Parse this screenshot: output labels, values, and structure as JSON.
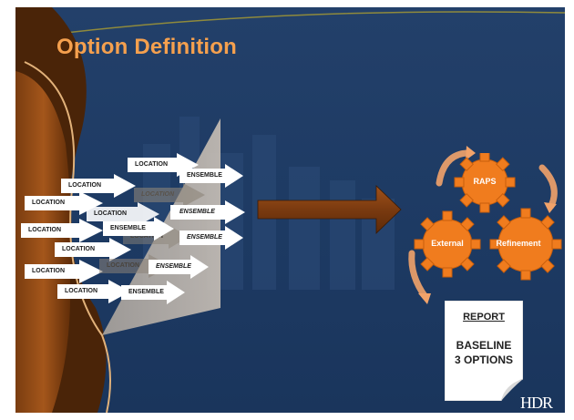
{
  "slide": {
    "title": "Option Definition",
    "accent_color": "#f5a04e",
    "background_color": "#1d3a63"
  },
  "diagram": {
    "inputs": [
      {
        "label": "LOCATION"
      },
      {
        "label": "LOCATION"
      },
      {
        "label": "LOCATION"
      },
      {
        "label": "LOCATION"
      },
      {
        "label": "LOCATION"
      },
      {
        "label": "LOCATION"
      },
      {
        "label": "LOCATION"
      },
      {
        "label": "LOCATION"
      },
      {
        "label": "LOCATION"
      },
      {
        "label": "LOCATION"
      },
      {
        "label": "LOCATION"
      }
    ],
    "ensembles": [
      {
        "label": "ENSEMBLE"
      },
      {
        "label": "ENSEMBLE"
      },
      {
        "label": "ENSEMBLE"
      },
      {
        "label": "ENSEMBLE"
      },
      {
        "label": "ENSEMBLE"
      },
      {
        "label": "ENSEMBLE"
      }
    ],
    "gears": {
      "top": "RAPS",
      "left": "External",
      "right": "Refinement"
    },
    "report": {
      "title": "REPORT",
      "line1": "BASELINE",
      "line2": "3 OPTIONS"
    },
    "logo_text": "HDR"
  }
}
